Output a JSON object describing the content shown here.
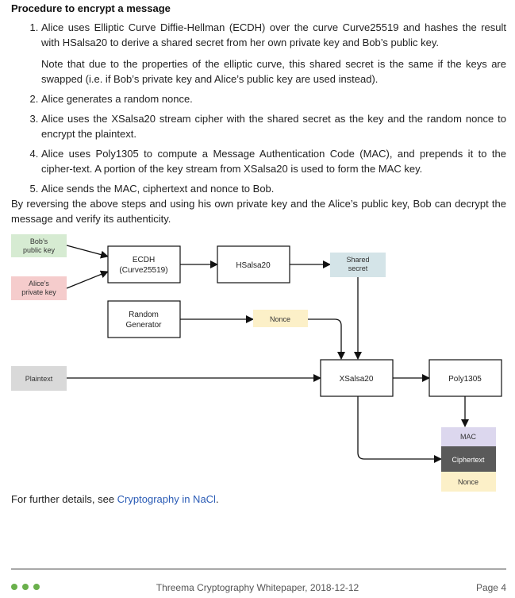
{
  "heading": "Procedure to encrypt a message",
  "steps": [
    "Alice uses Elliptic Curve Diffie-Hellman (ECDH) over the curve Curve25519 and hashes the result with HSalsa20 to derive a shared secret from her own private key and Bob’s public key.",
    "Note that due to the properties of the elliptic curve, this shared secret is the same if the keys are swapped (i.e. if Bob’s private key and Alice’s public key are used instead).",
    "Alice generates a random nonce.",
    "Alice uses the XSalsa20 stream cipher with the shared secret as the key and the random nonce to encrypt the plaintext.",
    "Alice uses Poly1305 to compute a Message Authentication Code (MAC), and prepends it to the cipher-text. A portion of the key stream from XSalsa20 is used to form the MAC key.",
    "Alice sends the MAC, ciphertext and nonce to Bob."
  ],
  "paragraph": "By reversing the above steps and using his own private key and the Alice’s public key, Bob can decrypt the message and verify its authenticity.",
  "diagram": {
    "bobs_key_line1": "Bob’s",
    "bobs_key_line2": "public key",
    "alices_key_line1": "Alice’s",
    "alices_key_line2": "private key",
    "ecdh_line1": "ECDH",
    "ecdh_line2": "(Curve25519)",
    "hsalsa": "HSalsa20",
    "shared_line1": "Shared",
    "shared_line2": "secret",
    "random_line1": "Random",
    "random_line2": "Generator",
    "nonce": "Nonce",
    "plaintext": "Plaintext",
    "xsalsa": "XSalsa20",
    "poly": "Poly1305",
    "mac": "MAC",
    "ciphertext": "Ciphertext",
    "nonce_out": "Nonce"
  },
  "details": {
    "prefix": "For further details, see ",
    "link": "Cryptography in NaCl",
    "suffix": "."
  },
  "footer": {
    "title": "Threema Cryptography Whitepaper, 2018-12-12",
    "page": "Page 4"
  },
  "colors": {
    "green_box": "#d6ebd2",
    "red_box": "#f5cccc",
    "blue_box": "#d4e4e8",
    "yellow_box": "#fcf0c8",
    "gray_box": "#d9d9d9",
    "purple_box": "#dcd7ee",
    "dark_box": "#5a5a5a",
    "dots": "#6ab04c"
  }
}
